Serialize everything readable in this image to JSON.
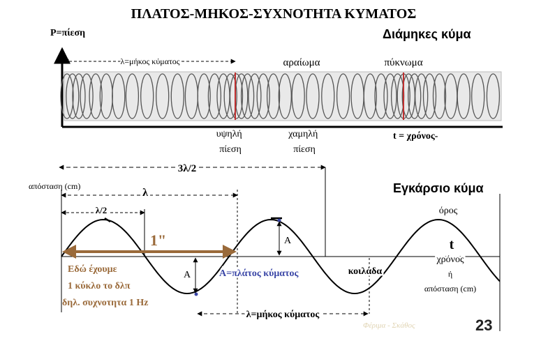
{
  "title": "ΠΛΑΤΟΣ-ΜΗΚΟΣ-ΣΥΧΝΟΤΗΤΑ ΚΥΜΑΤΟΣ",
  "longitudinal": {
    "y_axis_label": "P=πίεση",
    "heading": "Διάμηκες κύμα",
    "wavelength_label": "λ=μήκος κύματος",
    "rarefaction_label": "αραίωμα",
    "compression_label": "πύκνωμα",
    "high_pressure_line1": "υψηλή",
    "high_pressure_line2": "πίεση",
    "low_pressure_line1": "χαμηλή",
    "low_pressure_line2": "πίεση",
    "time_label": "t = χρόνος-"
  },
  "transverse": {
    "heading": "Εγκάρσιο κύμα",
    "three_half_lambda": "3λ/2",
    "y_axis_label": "απόσταση (cm)",
    "lambda_label": "λ",
    "half_lambda_label": "λ/2",
    "one_second_label": "1\"",
    "amplitude_symbol": "A",
    "amplitude_text": "A=πλάτος κύματος",
    "crest_label": "όρος",
    "trough_label": "κοιλάδα",
    "t_label": "t",
    "time_label": "χρόνος",
    "or_label": "ή",
    "distance_label": "απόσταση (cm)",
    "wavelength_label": "λ=μήκος κύματος",
    "note_line1": "Εδώ έχουμε",
    "note_line2": "1 κύκλο το δλπ",
    "note_line3": "δηλ. συχνοτητα 1 Hz",
    "watermark": "Φέριμα - Σκάθος",
    "page_number": "23"
  },
  "colors": {
    "text": "#000000",
    "brown": "#9a6a3a",
    "blue": "#3a46a6",
    "spring_red": "#c03030"
  }
}
